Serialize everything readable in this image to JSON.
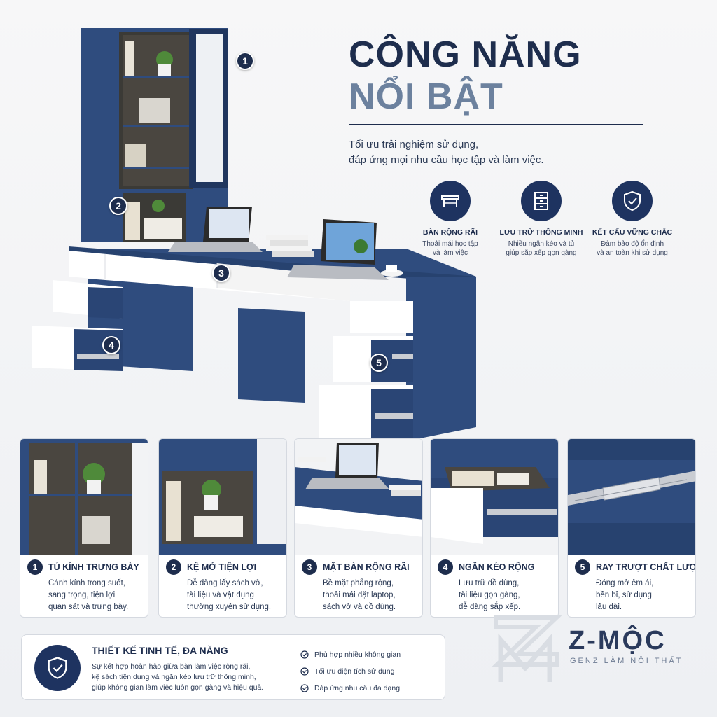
{
  "header": {
    "title_line1": "CÔNG NĂNG",
    "title_line2": "NỔI BẬT",
    "subtitle_line1": "Tối ưu trải nghiệm sử dụng,",
    "subtitle_line2": "đáp ứng mọi nhu cầu học tập và làm việc."
  },
  "features": [
    {
      "icon": "desk-icon",
      "title": "BÀN RỘNG RÃI",
      "desc1": "Thoải mái học tập",
      "desc2": "và làm việc"
    },
    {
      "icon": "drawer-cabinet-icon",
      "title": "LƯU TRỮ THÔNG MINH",
      "desc1": "Nhiều ngăn kéo và tủ",
      "desc2": "giúp sắp xếp gọn gàng"
    },
    {
      "icon": "shield-check-icon",
      "title": "KẾT CẤU VỮNG CHẮC",
      "desc1": "Đảm bảo độ ổn định",
      "desc2": "và an toàn khi sử dụng"
    }
  ],
  "markers": [
    "1",
    "2",
    "3",
    "4",
    "5"
  ],
  "cards": [
    {
      "num": "1",
      "title": "TỦ KÍNH TRƯNG BÀY",
      "d1": "Cánh kính trong suốt,",
      "d2": "sang trọng, tiện lợi",
      "d3": "quan sát và trưng bày."
    },
    {
      "num": "2",
      "title": "KỆ MỞ TIỆN LỢI",
      "d1": "Dễ dàng lấy sách vở,",
      "d2": "tài liệu và vật dụng",
      "d3": "thường xuyên sử dụng."
    },
    {
      "num": "3",
      "title": "MẶT BÀN RỘNG RÃI",
      "d1": "Bề mặt phẳng rộng,",
      "d2": "thoải mái đặt laptop,",
      "d3": "sách vở và đồ dùng."
    },
    {
      "num": "4",
      "title": "NGĂN KÉO RỘNG",
      "d1": "Lưu trữ đồ dùng,",
      "d2": "tài liệu gọn gàng,",
      "d3": "dễ dàng sắp xếp."
    },
    {
      "num": "5",
      "title": "RAY TRƯỢT CHẤT LƯỢNG",
      "d1": "Đóng mở êm ái,",
      "d2": "bền bỉ, sử dụng",
      "d3": "lâu dài."
    }
  ],
  "bottom": {
    "title": "THIẾT KẾ TINH TẾ, ĐA NĂNG",
    "d1": "Sự kết hợp hoàn hảo giữa bàn làm việc rộng rãi,",
    "d2": "kệ sách tiện dụng và ngăn kéo lưu trữ thông minh,",
    "d3": "giúp không gian làm việc luôn gọn gàng và hiệu quả.",
    "checks": [
      "Phù hợp nhiều không gian",
      "Tối ưu diện tích sử dụng",
      "Đáp ứng nhu cầu đa dạng"
    ]
  },
  "logo": {
    "brand": "Z-MỘC",
    "tagline": "GENZ LÀM NỘI THẤT"
  },
  "colors": {
    "navy": "#1e2d4d",
    "desk_blue": "#2f4c7e",
    "white_panel": "#ffffff",
    "slate": "#6c819e"
  }
}
